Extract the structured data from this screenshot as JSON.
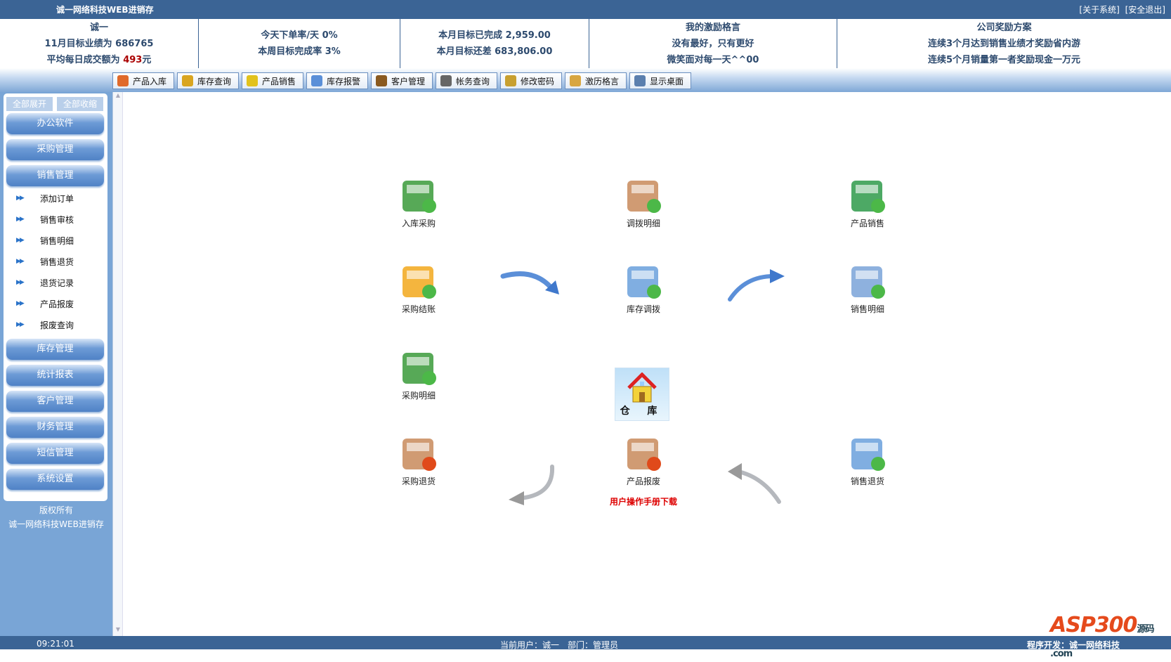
{
  "header": {
    "title": "诚一网络科技WEB进销存",
    "links": [
      "[关于系统]",
      "[安全退出]"
    ]
  },
  "info": {
    "user": {
      "name": "诚一",
      "target": "11月目标业绩为 686765",
      "avg_prefix": "平均每日成交额为 ",
      "avg_value": "493",
      "avg_unit": "元"
    },
    "rates": {
      "daily": "今天下单率/天 0%",
      "weekly": "本周目标完成率 3%"
    },
    "month": {
      "done": "本月目标已完成 2,959.00",
      "remain": "本月目标还差 683,806.00"
    },
    "motto": {
      "title": "我的激励格言",
      "line1": "没有最好，只有更好",
      "line2": "微笑面对每一天^^00"
    },
    "reward": {
      "title": "公司奖励方案",
      "line1": "连续3个月达到销售业绩才奖励省内游",
      "line2": "连续5个月销量第一者奖励现金一万元"
    }
  },
  "toolbar": [
    {
      "label": "产品入库",
      "icon": "house-icon",
      "color": "#e06a2a"
    },
    {
      "label": "库存查询",
      "icon": "book-icon",
      "color": "#d9a520"
    },
    {
      "label": "产品销售",
      "icon": "tag-icon",
      "color": "#e2c21c"
    },
    {
      "label": "库存报警",
      "icon": "speaker-icon",
      "color": "#5a8fd8"
    },
    {
      "label": "客户管理",
      "icon": "contact-icon",
      "color": "#8a5a20"
    },
    {
      "label": "帐务查询",
      "icon": "clipboard-icon",
      "color": "#666"
    },
    {
      "label": "修改密码",
      "icon": "key-icon",
      "color": "#c8a030"
    },
    {
      "label": "激历格言",
      "icon": "picture-icon",
      "color": "#d8a640"
    },
    {
      "label": "显示桌面",
      "icon": "desktop-icon",
      "color": "#5b7fae"
    }
  ],
  "sidebar": {
    "expand_all": "全部展开",
    "collapse_all": "全部收缩",
    "groups_top": [
      "办公软件",
      "采购管理",
      "销售管理"
    ],
    "sub_items": [
      "添加订单",
      "销售审核",
      "销售明细",
      "销售退货",
      "退货记录",
      "产品报废",
      "报废查询"
    ],
    "groups_bottom": [
      "库存管理",
      "统计报表",
      "客户管理",
      "财务管理",
      "短信管理",
      "系统设置"
    ],
    "copyright1": "版权所有",
    "copyright2": "诚一网络科技WEB进销存"
  },
  "flow": {
    "nodes": [
      "入库采购",
      "调拨明细",
      "产品销售",
      "采购结账",
      "库存调拨",
      "销售明细",
      "采购明细",
      "采购退货",
      "产品报废",
      "销售退货"
    ],
    "center": "仓 库",
    "manual": "用户操作手册下载"
  },
  "status": {
    "time": "09:21:01",
    "user": "当前用户：诚一　部门：管理员",
    "dev": "程序开发：诚一网络科技",
    "watermark": "ASP300",
    "watermark_sub": "源码 .com"
  }
}
